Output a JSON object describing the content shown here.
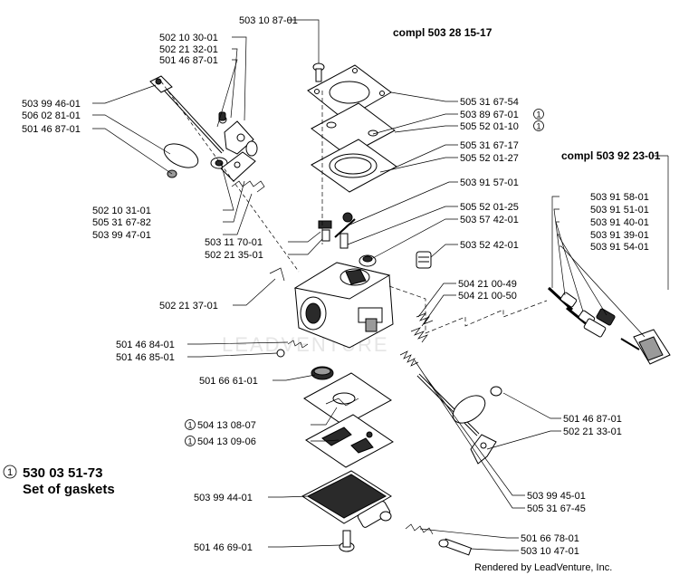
{
  "assemblies": {
    "upper": "compl 503 28 15-17",
    "right": "compl 503 92 23-01"
  },
  "kit": {
    "marker": "1",
    "part_number": "530 03 51-73",
    "description": "Set of gaskets"
  },
  "watermark": "LEADVENTURE",
  "footer": "Rendered by LeadVenture, Inc.",
  "callouts": {
    "c1": "503 10 87-01",
    "c2": "502 10 30-01",
    "c3": "502 21 32-01",
    "c4": "501 46 87-01",
    "c5": "503 99 46-01",
    "c6": "506 02 81-01",
    "c7": "501 46 87-01",
    "c8": "502 10 31-01",
    "c9": "505 31 67-82",
    "c10": "503 99 47-01",
    "c11": "503 11 70-01",
    "c12": "502 21 35-01",
    "c13": "502 21 37-01",
    "c14": "501 46 84-01",
    "c15": "501 46 85-01",
    "c16": "501 66 61-01",
    "c17": "504 13 08-07",
    "c18": "504 13 09-06",
    "c19": "503 99 44-01",
    "c20": "501 46 69-01",
    "c21": "505 31 67-54",
    "c22": "503 89 67-01",
    "c23": "505 52 01-10",
    "c24": "505 31 67-17",
    "c25": "505 52 01-27",
    "c26": "503 91 57-01",
    "c27": "505 52 01-25",
    "c28": "503 57 42-01",
    "c29": "503 52 42-01",
    "c30": "504 21 00-49",
    "c31": "504 21 00-50",
    "c32": "503 91 58-01",
    "c33": "503 91 51-01",
    "c34": "503 91 40-01",
    "c35": "503 91 39-01",
    "c36": "503 91 54-01",
    "c37": "501 46 87-01",
    "c38": "502 21 33-01",
    "c39": "503 99 45-01",
    "c40": "505 31 67-45",
    "c41": "501 66 78-01",
    "c42": "503 10 47-01"
  },
  "markers": {
    "m22": "1",
    "m23": "1",
    "m17": "1",
    "m18": "1"
  }
}
